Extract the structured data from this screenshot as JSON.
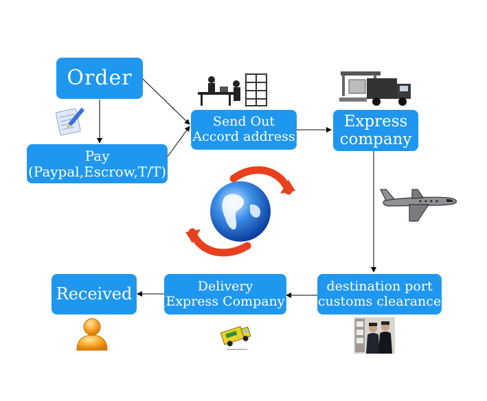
{
  "nodes": {
    "order": {
      "line1": "Order"
    },
    "pay": {
      "line1": "Pay",
      "line2": "(Paypal,Escrow,T/T)"
    },
    "send_out": {
      "line1": "Send Out",
      "line2": "(Accord address)"
    },
    "express": {
      "line1": "Express",
      "line2": "company"
    },
    "destination": {
      "line1": "destination port",
      "line2": "customs clearance"
    },
    "delivery": {
      "line1": "Delivery",
      "line2": "(Express Company)"
    },
    "received": {
      "line1": "Received"
    }
  },
  "icons": [
    "notepad-pen-icon",
    "warehouse-workers-icon",
    "delivery-truck-icon",
    "globe-arrows-icon",
    "airplane-icon",
    "customs-officers-icon",
    "yellow-van-icon",
    "user-person-icon"
  ],
  "colors": {
    "node_fill": "#1f97ee",
    "node_text": "#ffffff",
    "arrow": "#000000",
    "cycle_arrow": "#e8401c",
    "globe": "#1a6fd6"
  }
}
